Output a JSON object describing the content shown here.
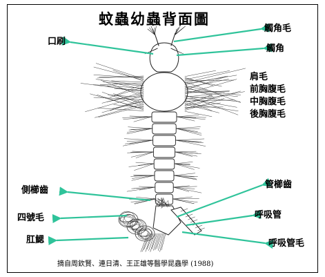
{
  "title": "蚊蟲幼蟲背面圖",
  "labels": {
    "antennal_setae": "觸角毛",
    "antenna": "觸角",
    "mouth_brush": "口刷",
    "setae_list": [
      "肩毛",
      "前胸腹毛",
      "中胸腹毛",
      "後胸腹毛"
    ],
    "comb_scales": "側櫛齒",
    "pecten": "管櫛齒",
    "seta_four": "四號毛",
    "siphon": "呼吸管",
    "anal_gills": "肛鰓",
    "siphon_setae": "呼吸管毛"
  },
  "credit": "摘自周欽賢、連日清、王正雄等醫學昆蟲學 (1988)",
  "colors": {
    "arrow": "#2fc39a",
    "ink": "#222222"
  }
}
